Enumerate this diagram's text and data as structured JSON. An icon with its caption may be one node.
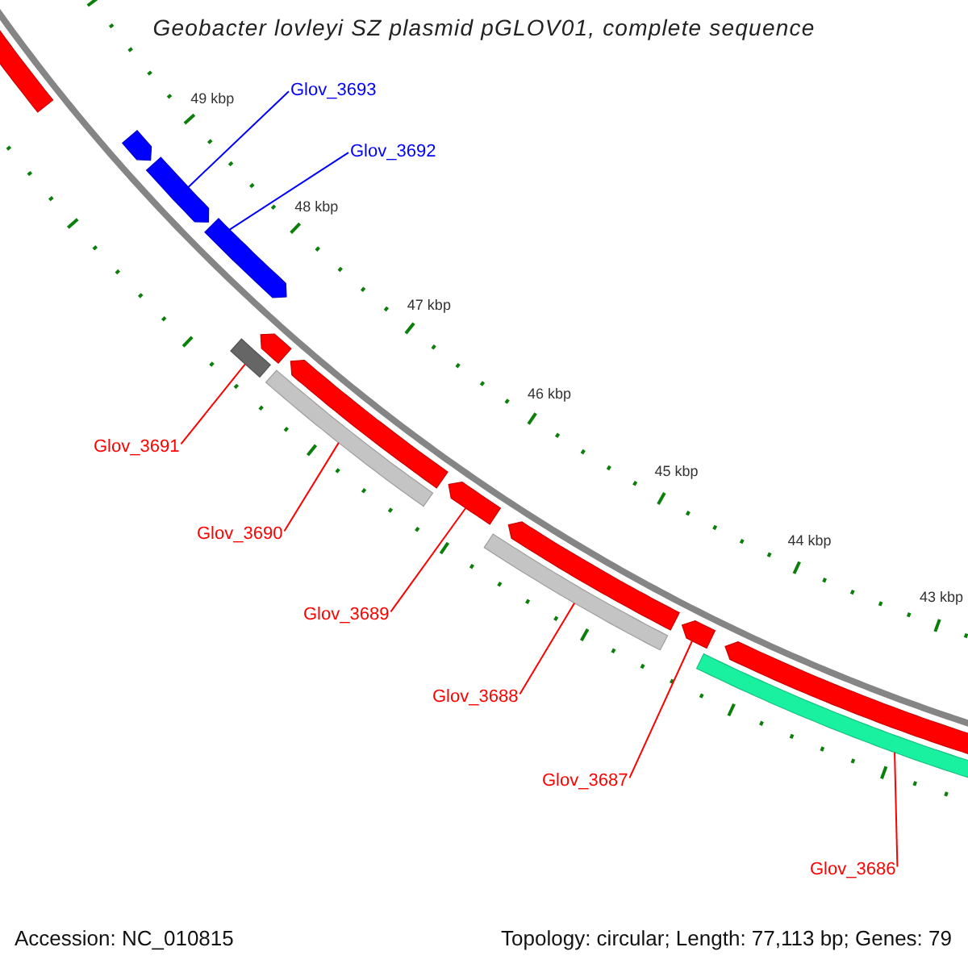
{
  "diagram": {
    "title": "Geobacter lovleyi SZ plasmid pGLOV01, complete sequence",
    "nodes": [
      {
        "text": [],
        "shape": "bar"
      },
      {
        "text": [
          "Glov_3693"
        ]
      },
      {
        "text": [
          "Glov_3692"
        ]
      },
      {
        "text": [],
        "shape": "bar"
      },
      {
        "text": [],
        "shape": "bar"
      },
      {
        "text": [],
        "shape": "bar"
      },
      {
        "text": [],
        "shape": "bar"
      },
      {
        "text": [],
        "shape": "bar"
      },
      {
        "text": [
          "Glov_3691"
        ]
      },
      {
        "text": [],
        "shape": "bar"
      },
      {
        "text": [],
        "shape": "bar"
      },
      {
        "text": [
          "Glov_3690"
        ]
      },
      {
        "text": [],
        "shape": "bar"
      },
      {
        "text": [
          "Glov_3689"
        ]
      },
      {
        "text": [],
        "shape": "bar"
      },
      {
        "text": [],
        "shape": "bar"
      },
      {
        "text": [
          "Glov_3688"
        ]
      },
      {
        "text": [],
        "shape": "bar"
      },
      {
        "text": [
          "Glov_3687"
        ]
      },
      {
        "text": [],
        "shape": "bar"
      },
      {
        "text": [],
        "shape": "bar"
      },
      {
        "text": [
          "Glov_3686"
        ]
      }
    ],
    "edges": [
      {
        "from": 1,
        "to": 4,
        "arrow": "none",
        "color": "#0000ff"
      },
      {
        "from": 2,
        "to": 5,
        "arrow": "none",
        "color": "#0000ff"
      },
      {
        "from": 8,
        "to": 7,
        "arrow": "none"
      },
      {
        "from": 11,
        "to": 10,
        "arrow": "none"
      },
      {
        "from": 13,
        "to": 12,
        "arrow": "none"
      },
      {
        "from": 16,
        "to": 15,
        "arrow": "none"
      },
      {
        "from": 18,
        "to": 17,
        "arrow": "none"
      },
      {
        "from": 21,
        "to": 20,
        "arrow": "none"
      }
    ],
    "labels": [
      "49 kbp",
      "48 kbp",
      "47 kbp",
      "46 kbp",
      "45 kbp",
      "44 kbp",
      "43 kbp",
      "Accession: NC_010815",
      "Topology: circular; Length: 77,113 bp; Genes: 79"
    ]
  }
}
